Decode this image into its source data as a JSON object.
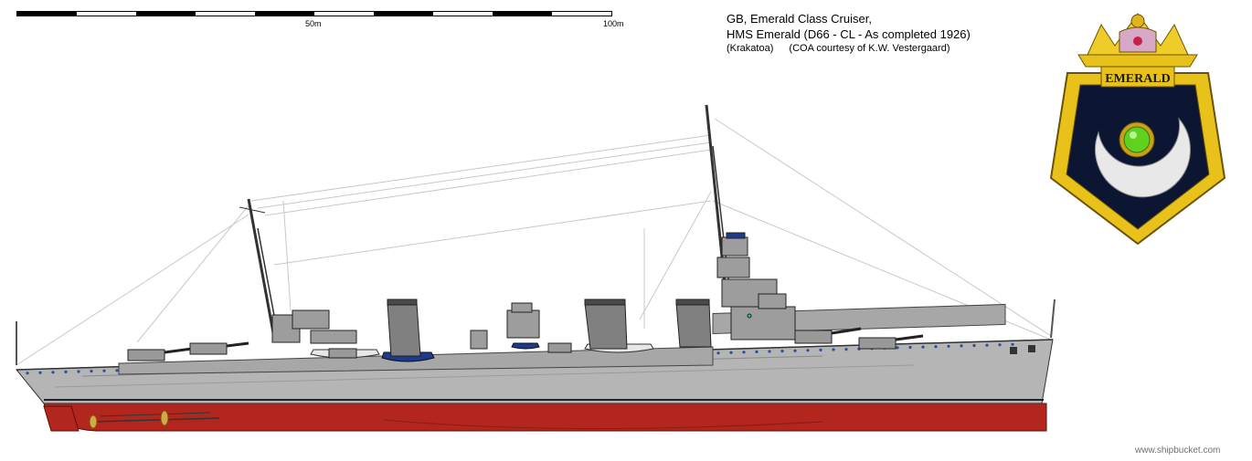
{
  "scale": {
    "label_mid": "50m",
    "label_end": "100m"
  },
  "title": {
    "line1": "GB, Emerald Class Cruiser,",
    "line2": "HMS Emerald (D66 - CL - As completed 1926)",
    "author": "(Krakatoa)",
    "credit": "(COA courtesy of K.W. Vestergaard)"
  },
  "crest": {
    "name": "EMERALD",
    "gem_color": "#5ed21f",
    "field_color": "#0c1633",
    "rope_color": "#e8c21a"
  },
  "colors": {
    "hull_grey": "#b5b5b5",
    "antifouling": "#b3261d",
    "deck": "#9a9a9a",
    "funnel": "#808080"
  },
  "watermark": "www.shipbucket.com"
}
